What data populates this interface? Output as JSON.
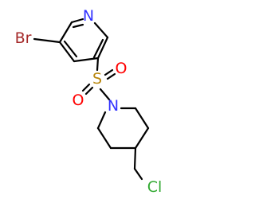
{
  "molecule": {
    "atoms": {
      "N_pyridine": {
        "label": "N",
        "color": "#3333ff"
      },
      "Br": {
        "label": "Br",
        "color": "#a52a2a"
      },
      "S": {
        "label": "S",
        "color": "#b8860b"
      },
      "O_left": {
        "label": "O",
        "color": "#ff0000"
      },
      "O_right": {
        "label": "O",
        "color": "#ff0000"
      },
      "N_piperidine": {
        "label": "N",
        "color": "#3333ff"
      },
      "Cl": {
        "label": "Cl",
        "color": "#33aa33"
      }
    },
    "bond_color": "#000000"
  }
}
